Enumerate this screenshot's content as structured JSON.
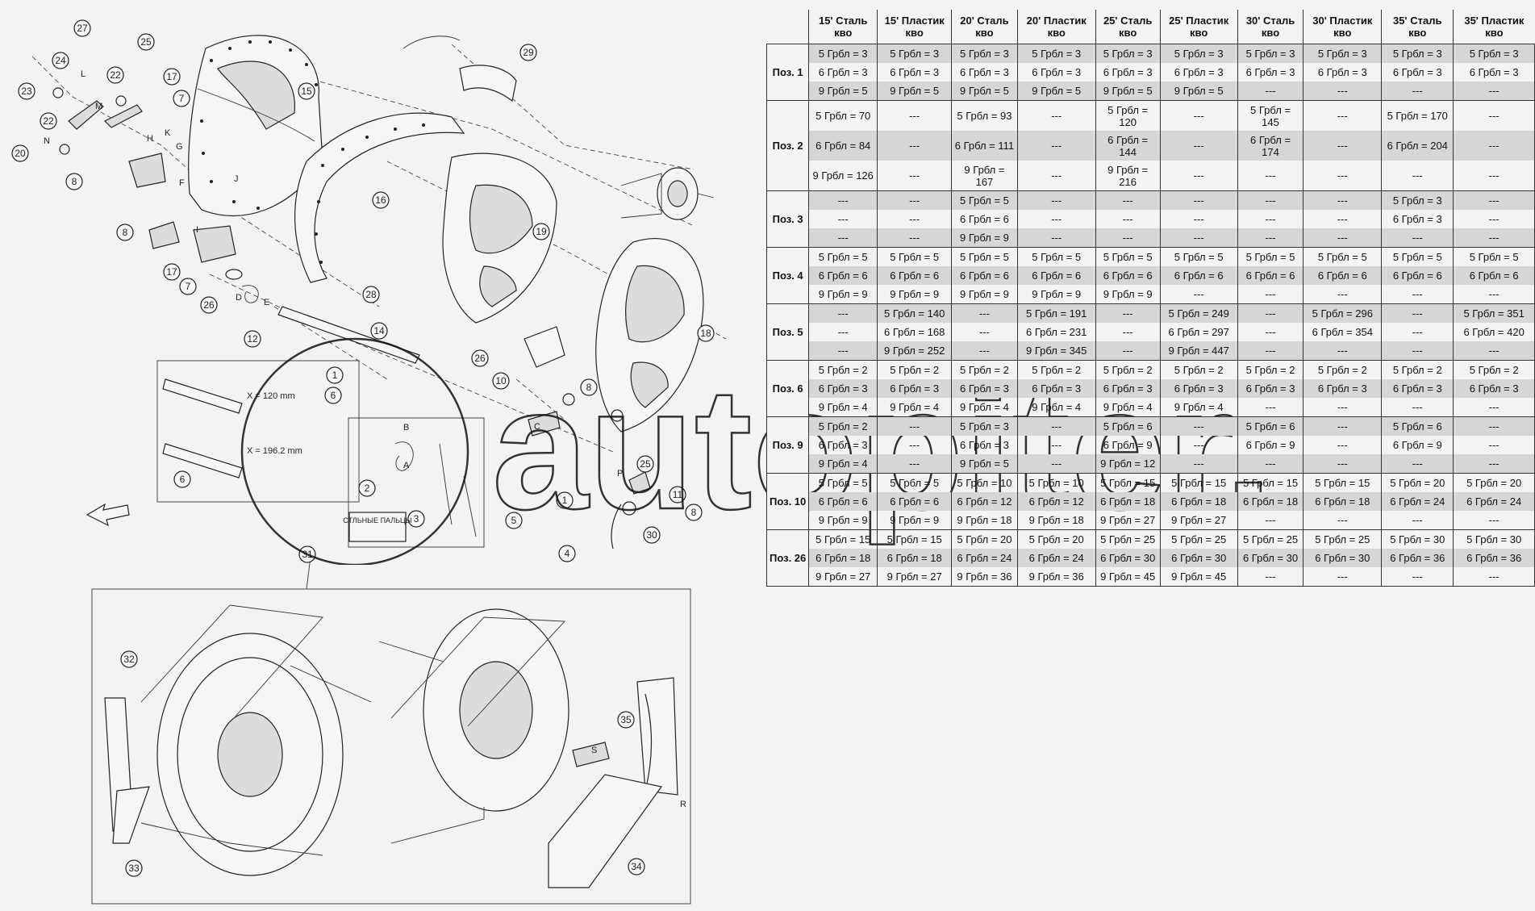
{
  "diagram": {
    "callouts": [
      "27",
      "24",
      "25",
      "23",
      "22",
      "17",
      "7",
      "22",
      "20",
      "8",
      "15",
      "29",
      "16",
      "19",
      "18",
      "8",
      "7",
      "17",
      "26",
      "12",
      "28",
      "14",
      "1",
      "6",
      "26",
      "10",
      "8",
      "2",
      "3",
      "5",
      "1",
      "25",
      "11",
      "8",
      "30",
      "4",
      "6",
      "31",
      "32",
      "33",
      "35",
      "34"
    ],
    "letters": [
      "L",
      "M",
      "N",
      "K",
      "H",
      "G",
      "F",
      "J",
      "I",
      "D",
      "E",
      "C",
      "B",
      "A",
      "P",
      "S",
      "R"
    ],
    "inset_labels": {
      "dim_short": "X = 120 mm",
      "dim_long": "X = 196.2 mm",
      "steel_fingers": "СТЛЬНЫЕ ПАЛЬЦЫ"
    },
    "watermark": "autopiter.ru"
  },
  "table": {
    "headers": [
      "15' Сталь кво",
      "15' Пластик кво",
      "20' Сталь кво",
      "20' Пластик кво",
      "25' Сталь кво",
      "25' Пластик кво",
      "30' Сталь кво",
      "30' Пластик кво",
      "35' Сталь кво",
      "35' Пластик кво"
    ],
    "groups": [
      {
        "pos": "Поз. 1",
        "rows": [
          {
            "shade": true,
            "tall": false,
            "cells": [
              "5 Грбл = 3",
              "5 Грбл = 3",
              "5 Грбл = 3",
              "5 Грбл = 3",
              "5 Грбл = 3",
              "5 Грбл = 3",
              "5 Грбл = 3",
              "5 Грбл = 3",
              "5 Грбл = 3",
              "5 Грбл = 3"
            ]
          },
          {
            "shade": false,
            "tall": false,
            "cells": [
              "6 Грбл = 3",
              "6 Грбл = 3",
              "6 Грбл = 3",
              "6 Грбл = 3",
              "6 Грбл = 3",
              "6 Грбл = 3",
              "6 Грбл = 3",
              "6 Грбл = 3",
              "6 Грбл = 3",
              "6 Грбл = 3"
            ]
          },
          {
            "shade": true,
            "tall": false,
            "cells": [
              "9 Грбл = 5",
              "9 Грбл = 5",
              "9 Грбл = 5",
              "9 Грбл = 5",
              "9 Грбл = 5",
              "9 Грбл = 5",
              "---",
              "---",
              "---",
              "---"
            ]
          }
        ]
      },
      {
        "pos": "Поз. 2",
        "rows": [
          {
            "shade": false,
            "tall": true,
            "cells": [
              "5 Грбл = 70",
              "---",
              "5 Грбл = 93",
              "---",
              "5 Грбл = 120",
              "---",
              "5 Грбл = 145",
              "---",
              "5 Грбл = 170",
              "---"
            ]
          },
          {
            "shade": true,
            "tall": true,
            "cells": [
              "6 Грбл = 84",
              "---",
              "6 Грбл = 111",
              "---",
              "6 Грбл = 144",
              "---",
              "6 Грбл = 174",
              "---",
              "6 Грбл = 204",
              "---"
            ]
          },
          {
            "shade": false,
            "tall": true,
            "cells": [
              "9 Грбл = 126",
              "---",
              "9 Грбл = 167",
              "---",
              "9 Грбл = 216",
              "---",
              "---",
              "---",
              "---",
              "---"
            ]
          }
        ]
      },
      {
        "pos": "Поз. 3",
        "rows": [
          {
            "shade": true,
            "tall": false,
            "cells": [
              "---",
              "---",
              "5 Грбл = 5",
              "---",
              "---",
              "---",
              "---",
              "---",
              "5 Грбл = 3",
              "---"
            ]
          },
          {
            "shade": false,
            "tall": false,
            "cells": [
              "---",
              "---",
              "6 Грбл = 6",
              "---",
              "---",
              "---",
              "---",
              "---",
              "6 Грбл = 3",
              "---"
            ]
          },
          {
            "shade": true,
            "tall": false,
            "cells": [
              "---",
              "---",
              "9 Грбл = 9",
              "---",
              "---",
              "---",
              "---",
              "---",
              "---",
              "---"
            ]
          }
        ]
      },
      {
        "pos": "Поз. 4",
        "rows": [
          {
            "shade": false,
            "tall": false,
            "cells": [
              "5 Грбл = 5",
              "5 Грбл = 5",
              "5 Грбл = 5",
              "5 Грбл = 5",
              "5 Грбл = 5",
              "5 Грбл = 5",
              "5 Грбл = 5",
              "5 Грбл = 5",
              "5 Грбл = 5",
              "5 Грбл = 5"
            ]
          },
          {
            "shade": true,
            "tall": false,
            "cells": [
              "6 Грбл = 6",
              "6 Грбл = 6",
              "6 Грбл = 6",
              "6 Грбл = 6",
              "6 Грбл = 6",
              "6 Грбл = 6",
              "6 Грбл = 6",
              "6 Грбл = 6",
              "6 Грбл = 6",
              "6 Грбл = 6"
            ]
          },
          {
            "shade": false,
            "tall": false,
            "cells": [
              "9 Грбл = 9",
              "9 Грбл = 9",
              "9 Грбл = 9",
              "9 Грбл = 9",
              "9 Грбл = 9",
              "---",
              "---",
              "---",
              "---",
              "---"
            ]
          }
        ]
      },
      {
        "pos": "Поз. 5",
        "rows": [
          {
            "shade": true,
            "tall": false,
            "cells": [
              "---",
              "5 Грбл = 140",
              "---",
              "5 Грбл = 191",
              "---",
              "5 Грбл = 249",
              "---",
              "5 Грбл = 296",
              "---",
              "5 Грбл = 351"
            ]
          },
          {
            "shade": false,
            "tall": false,
            "cells": [
              "---",
              "6 Грбл = 168",
              "---",
              "6 Грбл = 231",
              "---",
              "6 Грбл = 297",
              "---",
              "6 Грбл = 354",
              "---",
              "6 Грбл = 420"
            ]
          },
          {
            "shade": true,
            "tall": false,
            "cells": [
              "---",
              "9 Грбл = 252",
              "---",
              "9 Грбл = 345",
              "---",
              "9 Грбл = 447",
              "---",
              "---",
              "---",
              "---"
            ]
          }
        ]
      },
      {
        "pos": "Поз. 6",
        "rows": [
          {
            "shade": false,
            "tall": false,
            "cells": [
              "5 Грбл = 2",
              "5 Грбл = 2",
              "5 Грбл = 2",
              "5 Грбл = 2",
              "5 Грбл = 2",
              "5 Грбл = 2",
              "5 Грбл = 2",
              "5 Грбл = 2",
              "5 Грбл = 2",
              "5 Грбл = 2"
            ]
          },
          {
            "shade": true,
            "tall": false,
            "cells": [
              "6 Грбл = 3",
              "6 Грбл = 3",
              "6 Грбл = 3",
              "6 Грбл = 3",
              "6 Грбл = 3",
              "6 Грбл = 3",
              "6 Грбл = 3",
              "6 Грбл = 3",
              "6 Грбл = 3",
              "6 Грбл = 3"
            ]
          },
          {
            "shade": false,
            "tall": false,
            "cells": [
              "9 Грбл = 4",
              "9 Грбл = 4",
              "9 Грбл = 4",
              "9 Грбл = 4",
              "9 Грбл = 4",
              "9 Грбл = 4",
              "---",
              "---",
              "---",
              "---"
            ]
          }
        ]
      },
      {
        "pos": "Поз. 9",
        "rows": [
          {
            "shade": true,
            "tall": false,
            "cells": [
              "5 Грбл = 2",
              "---",
              "5 Грбл = 3",
              "---",
              "5 Грбл = 6",
              "---",
              "5 Грбл = 6",
              "---",
              "5 Грбл = 6",
              "---"
            ]
          },
          {
            "shade": false,
            "tall": false,
            "cells": [
              "6 Грбл = 3",
              "---",
              "6 Грбл = 3",
              "---",
              "6 Грбл = 9",
              "---",
              "6 Грбл = 9",
              "---",
              "6 Грбл = 9",
              "---"
            ]
          },
          {
            "shade": true,
            "tall": false,
            "cells": [
              "9 Грбл = 4",
              "---",
              "9 Грбл = 5",
              "---",
              "9 Грбл = 12",
              "---",
              "---",
              "---",
              "---",
              "---"
            ]
          }
        ]
      },
      {
        "pos": "Поз. 10",
        "rows": [
          {
            "shade": false,
            "tall": false,
            "cells": [
              "5 Грбл = 5",
              "5 Грбл = 5",
              "5 Грбл = 10",
              "5 Грбл = 10",
              "5 Грбл = 15",
              "5 Грбл = 15",
              "5 Грбл = 15",
              "5 Грбл = 15",
              "5 Грбл = 20",
              "5 Грбл = 20"
            ]
          },
          {
            "shade": true,
            "tall": false,
            "cells": [
              "6 Грбл = 6",
              "6 Грбл = 6",
              "6 Грбл = 12",
              "6 Грбл = 12",
              "6 Грбл = 18",
              "6 Грбл = 18",
              "6 Грбл = 18",
              "6 Грбл = 18",
              "6 Грбл = 24",
              "6 Грбл = 24"
            ]
          },
          {
            "shade": false,
            "tall": false,
            "cells": [
              "9 Грбл = 9",
              "9 Грбл = 9",
              "9 Грбл = 18",
              "9 Грбл = 18",
              "9 Грбл = 27",
              "9 Грбл = 27",
              "---",
              "---",
              "---",
              "---"
            ]
          }
        ]
      },
      {
        "pos": "Поз. 26",
        "rows": [
          {
            "shade": false,
            "tall": false,
            "cells": [
              "5 Грбл = 15",
              "5 Грбл = 15",
              "5 Грбл = 20",
              "5 Грбл = 20",
              "5 Грбл = 25",
              "5 Грбл = 25",
              "5 Грбл = 25",
              "5 Грбл = 25",
              "5 Грбл = 30",
              "5 Грбл = 30"
            ]
          },
          {
            "shade": true,
            "tall": false,
            "cells": [
              "6 Грбл = 18",
              "6 Грбл = 18",
              "6 Грбл = 24",
              "6 Грбл = 24",
              "6 Грбл = 30",
              "6 Грбл = 30",
              "6 Грбл = 30",
              "6 Грбл = 30",
              "6 Грбл = 36",
              "6 Грбл = 36"
            ]
          },
          {
            "shade": false,
            "tall": false,
            "cells": [
              "9 Грбл = 27",
              "9 Грбл = 27",
              "9 Грбл = 36",
              "9 Грбл = 36",
              "9 Грбл = 45",
              "9 Грбл = 45",
              "---",
              "---",
              "---",
              "---"
            ]
          }
        ]
      }
    ]
  }
}
